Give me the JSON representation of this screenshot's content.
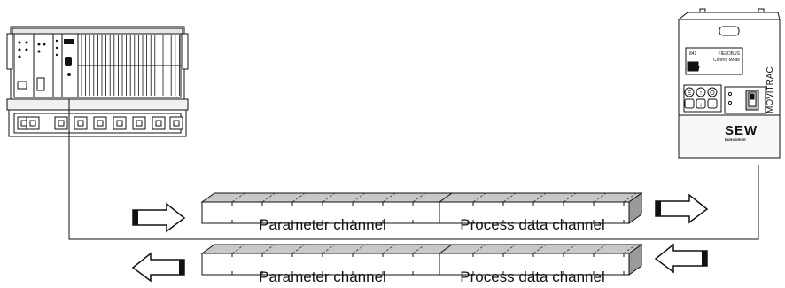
{
  "telegrams": [
    {
      "param_label": "Parameter channel",
      "process_label": "Process data channel"
    },
    {
      "param_label": "Parameter channel",
      "process_label": "Process data channel"
    }
  ],
  "movitrac": {
    "display_line1": "841",
    "display_line2": "FIELDBUS",
    "display_line3": "Control Mode",
    "side_label": "MOVITRAC",
    "brand": "SEW",
    "brand_sub": "EURODRIVE",
    "keypad_keys": [
      "E",
      "↑",
      "O",
      "←",
      "↓",
      "→"
    ]
  },
  "colors": {
    "line": "#111111",
    "shade": "#c8c8c8",
    "dark": "#444444"
  }
}
